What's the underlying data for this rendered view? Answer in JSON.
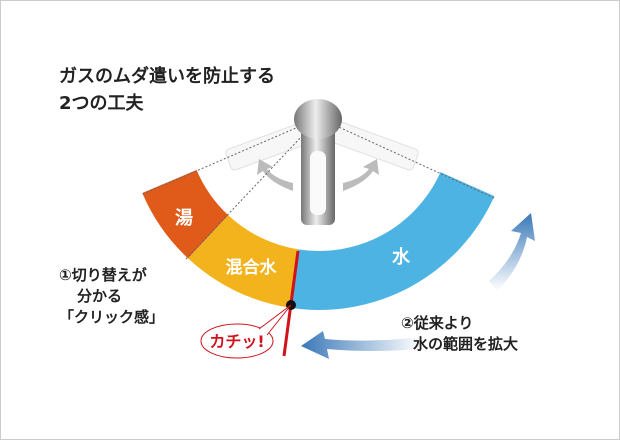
{
  "title": {
    "line1": "ガスのムダ遣いを防止する",
    "line2": "2つの工夫"
  },
  "segments": {
    "hot": "湯",
    "mixed": "混合水",
    "cold": "水"
  },
  "note1": {
    "line1": "①切り替えが",
    "line2": "分かる",
    "line3": "「クリック感」"
  },
  "note2": {
    "line1": "②従来より",
    "line2": "水の範囲を拡大"
  },
  "click_sound": "カチッ!",
  "colors": {
    "hot": "#e05a1a",
    "mixed": "#f2b31c",
    "cold": "#4db3e3",
    "click": "#d0121b",
    "arrow": "#3a78b8"
  }
}
